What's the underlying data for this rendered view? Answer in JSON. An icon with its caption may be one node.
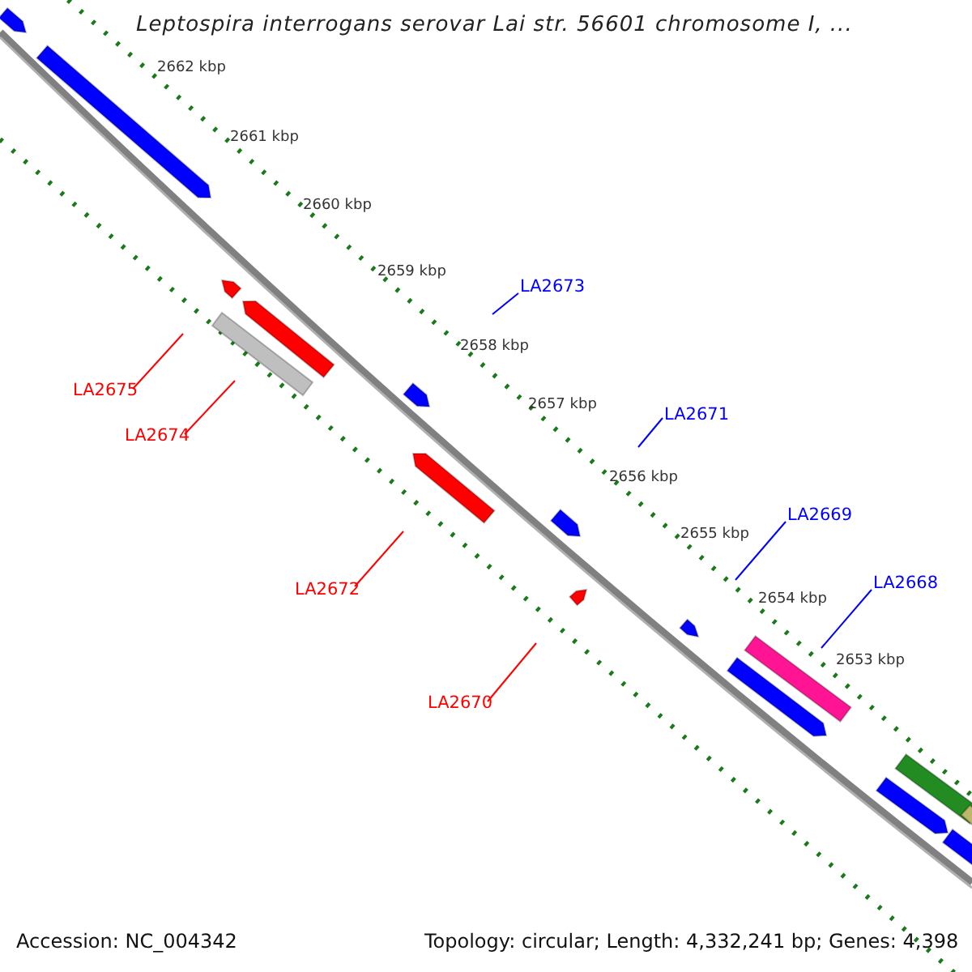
{
  "diagram": {
    "title": "Leptospira interrogans serovar Lai str. 56601 chromosome I, ...",
    "nodes": [
      {
        "text": [
          "LA2673"
        ]
      },
      {
        "text": [
          "LA2675"
        ]
      },
      {
        "text": [
          "LA2671"
        ]
      },
      {
        "text": [
          "LA2674"
        ]
      },
      {
        "text": [
          "LA2669"
        ]
      },
      {
        "text": [
          "LA2668"
        ]
      },
      {
        "text": [
          "LA2672"
        ]
      },
      {
        "text": [
          "LA2670"
        ]
      }
    ],
    "edges": [
      {
        "from": 0,
        "to": null,
        "arrow": "none",
        "color": "#0000ff"
      },
      {
        "from": 1,
        "to": null,
        "arrow": "none",
        "color": "#ff0000"
      },
      {
        "from": 2,
        "to": null,
        "arrow": "none",
        "color": "#0000ff"
      },
      {
        "from": 3,
        "to": null,
        "arrow": "none",
        "color": "#ff0000"
      },
      {
        "from": 4,
        "to": null,
        "arrow": "none",
        "color": "#0000ff"
      },
      {
        "from": 5,
        "to": null,
        "arrow": "none",
        "color": "#0000ff"
      },
      {
        "from": 6,
        "to": null,
        "arrow": "none",
        "color": "#ff0000"
      },
      {
        "from": 7,
        "to": null,
        "arrow": "none",
        "color": "#ff0000"
      }
    ],
    "labels": [
      "2662 kbp",
      "2661 kbp",
      "2660 kbp",
      "2659 kbp",
      "2658 kbp",
      "2657 kbp",
      "2656 kbp",
      "2655 kbp",
      "2654 kbp",
      "2653 kbp",
      "Accession: NC_004342",
      "Topology: circular; Length: 4,332,241 bp; Genes: 4,398"
    ]
  }
}
